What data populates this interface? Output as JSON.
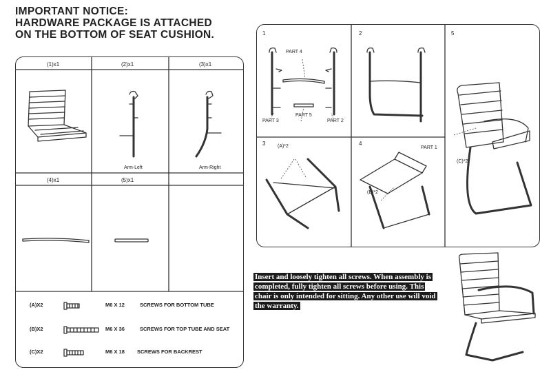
{
  "notice": {
    "line1": "IMPORTANT NOTICE:",
    "line2": "HARDWARE PACKAGE IS ATTACHED",
    "line3": "ON THE BOTTOM OF SEAT CUSHION."
  },
  "parts": {
    "p1": "(1)x1",
    "p2": "(2)x1",
    "p3": "(3)x1",
    "p4": "(4)x1",
    "p5": "(5)x1",
    "arm_left": "Arm-Left",
    "arm_right": "Arm-Right"
  },
  "hardware": [
    {
      "code": "(A)X2",
      "size": "M6 X 12",
      "desc": "SCREWS FOR BOTTOM TUBE"
    },
    {
      "code": "(B)X2",
      "size": "M6 X 36",
      "desc": "SCREWS FOR TOP TUBE AND SEAT"
    },
    {
      "code": "(C)X2",
      "size": "M6 X 18",
      "desc": "SCREWS FOR BACKREST"
    }
  ],
  "steps": {
    "s1": "1",
    "s2": "2",
    "s3": "3",
    "s4": "4",
    "s5": "5",
    "part4": "PART 4",
    "part5": "PART 5",
    "part3": "PART 3",
    "part2": "PART 2",
    "part1": "PART 1",
    "a2": "(A)*2",
    "b2": "(B)*2",
    "c2": "(C)*2"
  },
  "warning": "Insert and loosely tighten all screws. When assembly is completed, fully tighten all screws before using. This chair is only intended for sitting. Any other use will void the warranty."
}
